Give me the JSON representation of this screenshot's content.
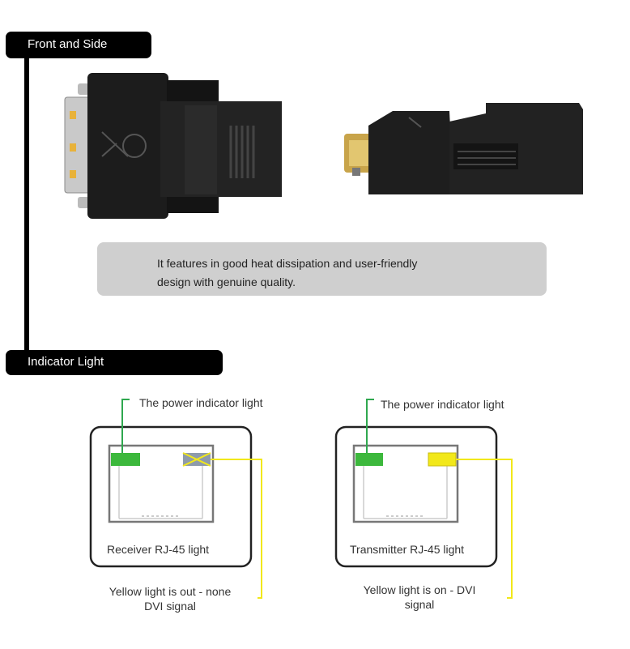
{
  "sections": {
    "front_side_title": "Front and Side",
    "indicator_title": "Indicator Light"
  },
  "description": {
    "line1": "It features in good heat dissipation and user-friendly",
    "line2": "design with genuine quality."
  },
  "receiver": {
    "power_label": "The power indicator light",
    "jack_label": "Receiver RJ-45 light",
    "caption_line1": "Yellow light is out - none",
    "caption_line2": "DVI signal",
    "power_led_color": "#3cb83c",
    "signal_led_state": "off"
  },
  "transmitter": {
    "power_label": "The power indicator light",
    "jack_label": "Transmitter RJ-45 light",
    "caption_line1": "Yellow light is on - DVI",
    "caption_line2": "signal",
    "power_led_color": "#3cb83c",
    "signal_led_color": "#f2e81a",
    "signal_led_state": "on"
  },
  "colors": {
    "power_line": "#2fa84f",
    "signal_line": "#f2e81a"
  }
}
